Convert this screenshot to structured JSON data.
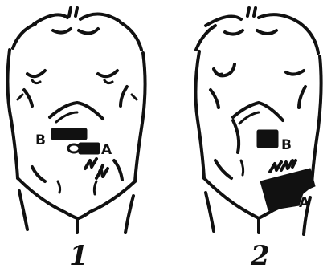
{
  "figures": [
    {
      "number": "1",
      "labels": {
        "upper_left": "B",
        "right": "A"
      }
    },
    {
      "number": "2",
      "labels": {
        "center": "B",
        "lower_right": "A"
      }
    }
  ],
  "colors": {
    "ink": "#111111",
    "paper": "#ffffff"
  }
}
